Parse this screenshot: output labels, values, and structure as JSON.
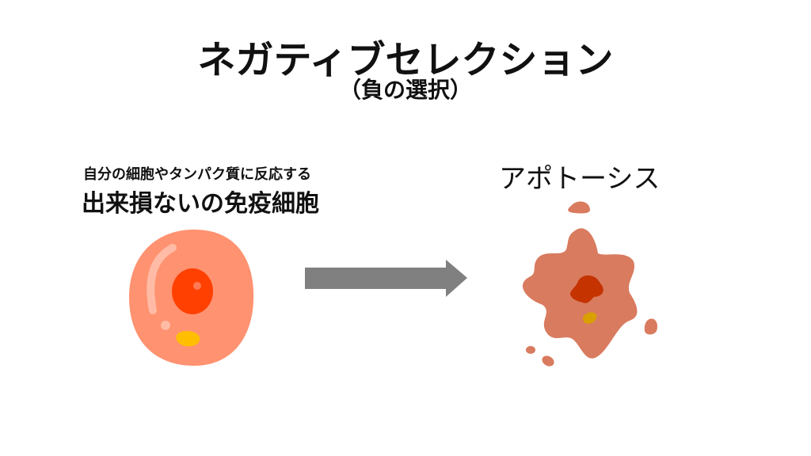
{
  "title": "ネガティブセレクション",
  "subtitle": "（負の選択）",
  "left": {
    "caption_small": "自分の細胞やタンパク質に反応する",
    "caption_large": "出来損ないの免疫細胞"
  },
  "right": {
    "caption": "アポトーシス"
  },
  "colors": {
    "cell": "#FF9270",
    "nucleus": "#FF4000",
    "granule": "#FFBF00",
    "arrow": "#808080",
    "apoptotic_cell": "#D97B5F",
    "apoptotic_nucleus": "#C43300",
    "apoptotic_granule": "#D9A000"
  }
}
